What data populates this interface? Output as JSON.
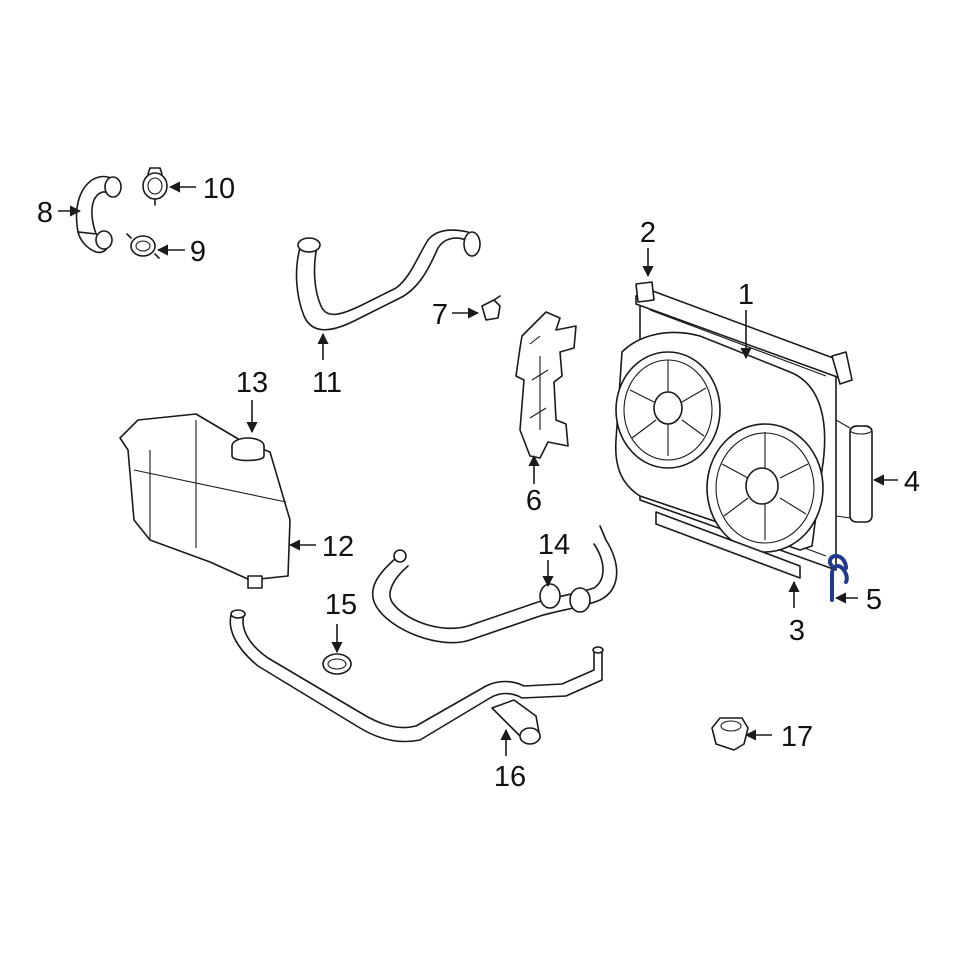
{
  "callouts": {
    "c1": "1",
    "c2": "2",
    "c3": "3",
    "c4": "4",
    "c5": "5",
    "c6": "6",
    "c7": "7",
    "c8": "8",
    "c9": "9",
    "c10": "10",
    "c11": "11",
    "c12": "12",
    "c13": "13",
    "c14": "14",
    "c15": "15",
    "c16": "16",
    "c17": "17"
  },
  "colors": {
    "line": "#1a1a1a",
    "highlight_part": "#1f3a8a",
    "background": "#ffffff"
  }
}
